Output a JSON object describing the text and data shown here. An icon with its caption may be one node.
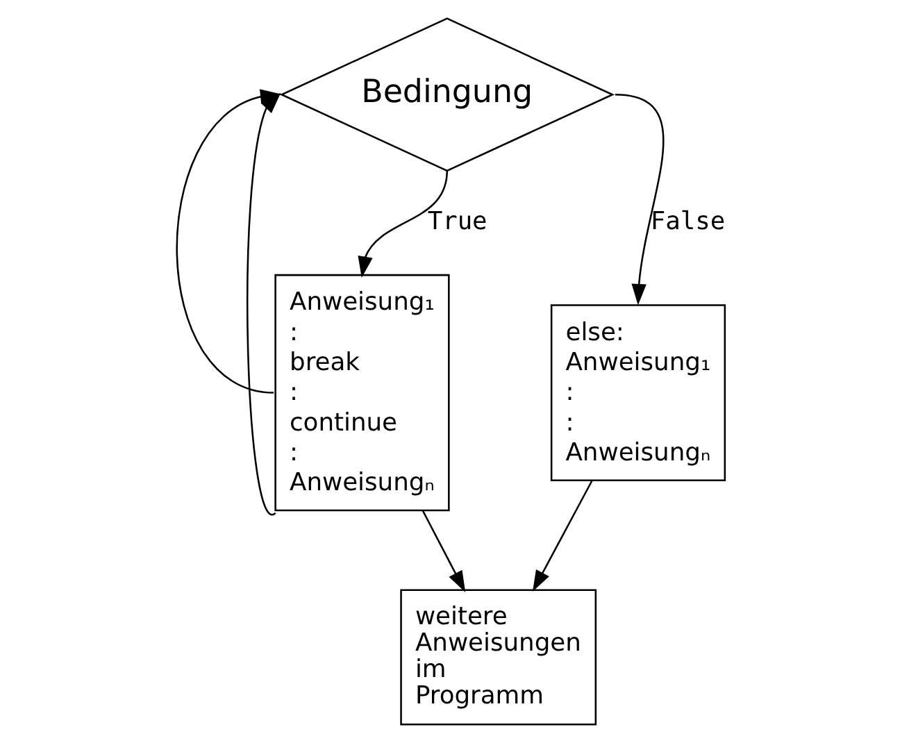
{
  "diagram": {
    "nodes": [
      {
        "text": [
          "Bedingung"
        ]
      },
      {
        "text": [
          "else:",
          "Anweisung₁",
          ":",
          ":",
          "Anweisungₙ"
        ]
      },
      {
        "text": [
          "Anweisung₁",
          ":",
          "break",
          ":",
          "continue",
          ":",
          "Anweisungₙ"
        ]
      },
      {
        "text": [
          "weitere Anweisungen im Programm"
        ]
      }
    ],
    "edges": [
      {
        "from": 0,
        "to": 2,
        "arrow": "to",
        "label": "True"
      },
      {
        "from": 0,
        "to": 1,
        "arrow": "to",
        "label": "False"
      },
      {
        "from": 1,
        "to": 3,
        "arrow": "to"
      },
      {
        "from": 2,
        "to": 3,
        "arrow": "to"
      },
      {
        "from": 2,
        "to": 0,
        "arrow": "to"
      },
      {
        "from": 2,
        "to": 0,
        "arrow": "to"
      }
    ]
  }
}
